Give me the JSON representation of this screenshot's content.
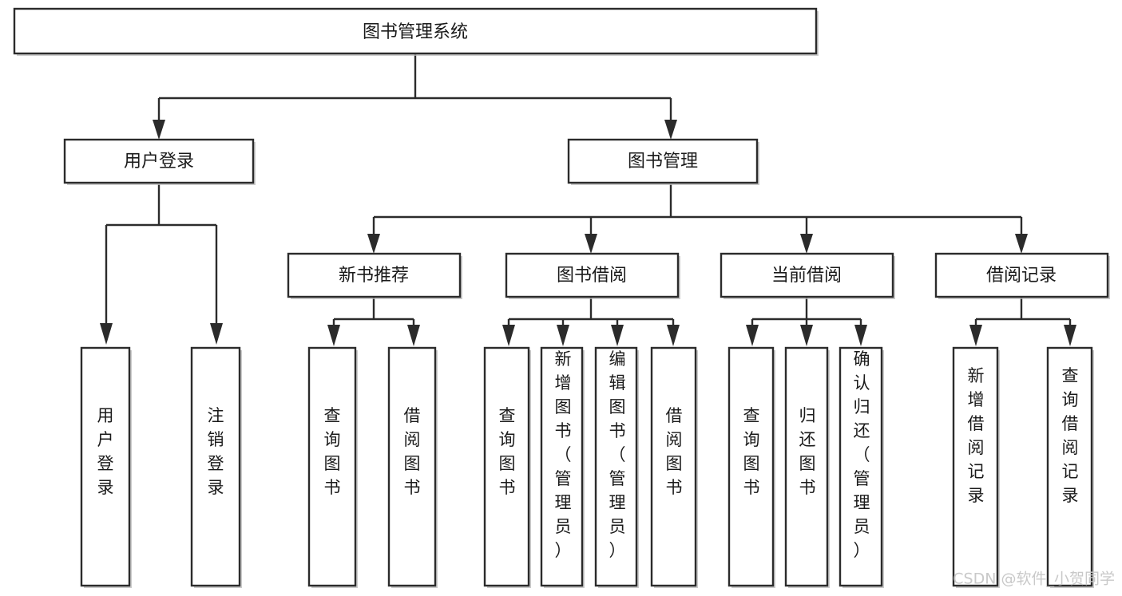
{
  "diagram": {
    "type": "tree-hierarchy-chart",
    "title": "图书管理系统",
    "orientation": "top-down",
    "box_fill": "#ffffff",
    "box_stroke": "#2b2b2b",
    "text_color": "#1a1a1a",
    "watermark": "CSDN @软件_小贺同学",
    "levels": [
      {
        "level": 1,
        "nodes": [
          {
            "id": "root",
            "label": "图书管理系统",
            "text_orientation": "horizontal"
          }
        ]
      },
      {
        "level": 2,
        "nodes": [
          {
            "id": "user-login",
            "label": "用户登录",
            "text_orientation": "horizontal",
            "parent": "root"
          },
          {
            "id": "book-manage",
            "label": "图书管理",
            "text_orientation": "horizontal",
            "parent": "root"
          }
        ]
      },
      {
        "level": 3,
        "nodes": [
          {
            "id": "new-book-recommend",
            "label": "新书推荐",
            "text_orientation": "horizontal",
            "parent": "book-manage"
          },
          {
            "id": "book-borrow",
            "label": "图书借阅",
            "text_orientation": "horizontal",
            "parent": "book-manage"
          },
          {
            "id": "current-borrow",
            "label": "当前借阅",
            "text_orientation": "horizontal",
            "parent": "book-manage"
          },
          {
            "id": "borrow-record",
            "label": "借阅记录",
            "text_orientation": "horizontal",
            "parent": "book-manage"
          }
        ]
      },
      {
        "level": 4,
        "nodes": [
          {
            "id": "leaf-user-login",
            "label": "用户登录",
            "text_orientation": "vertical",
            "parent": "user-login"
          },
          {
            "id": "leaf-logout",
            "label": "注销登录",
            "text_orientation": "vertical",
            "parent": "user-login"
          },
          {
            "id": "leaf-query-book-1",
            "label": "查询图书",
            "text_orientation": "vertical",
            "parent": "new-book-recommend"
          },
          {
            "id": "leaf-borrow-book-1",
            "label": "借阅图书",
            "text_orientation": "vertical",
            "parent": "new-book-recommend"
          },
          {
            "id": "leaf-query-book-2",
            "label": "查询图书",
            "text_orientation": "vertical",
            "parent": "book-borrow"
          },
          {
            "id": "leaf-add-book",
            "label": "新增图书（管理员）",
            "text_orientation": "vertical",
            "parent": "book-borrow"
          },
          {
            "id": "leaf-edit-book",
            "label": "编辑图书（管理员）",
            "text_orientation": "vertical",
            "parent": "book-borrow"
          },
          {
            "id": "leaf-borrow-book-2",
            "label": "借阅图书",
            "text_orientation": "vertical",
            "parent": "book-borrow"
          },
          {
            "id": "leaf-query-book-3",
            "label": "查询图书",
            "text_orientation": "vertical",
            "parent": "current-borrow"
          },
          {
            "id": "leaf-return-book",
            "label": "归还图书",
            "text_orientation": "vertical",
            "parent": "current-borrow"
          },
          {
            "id": "leaf-confirm-return",
            "label": "确认归还（管理员）",
            "text_orientation": "vertical",
            "parent": "current-borrow"
          },
          {
            "id": "leaf-add-record",
            "label": "新增借阅记录",
            "text_orientation": "vertical",
            "parent": "borrow-record"
          },
          {
            "id": "leaf-query-record",
            "label": "查询借阅记录",
            "text_orientation": "vertical",
            "parent": "borrow-record"
          }
        ]
      }
    ]
  }
}
